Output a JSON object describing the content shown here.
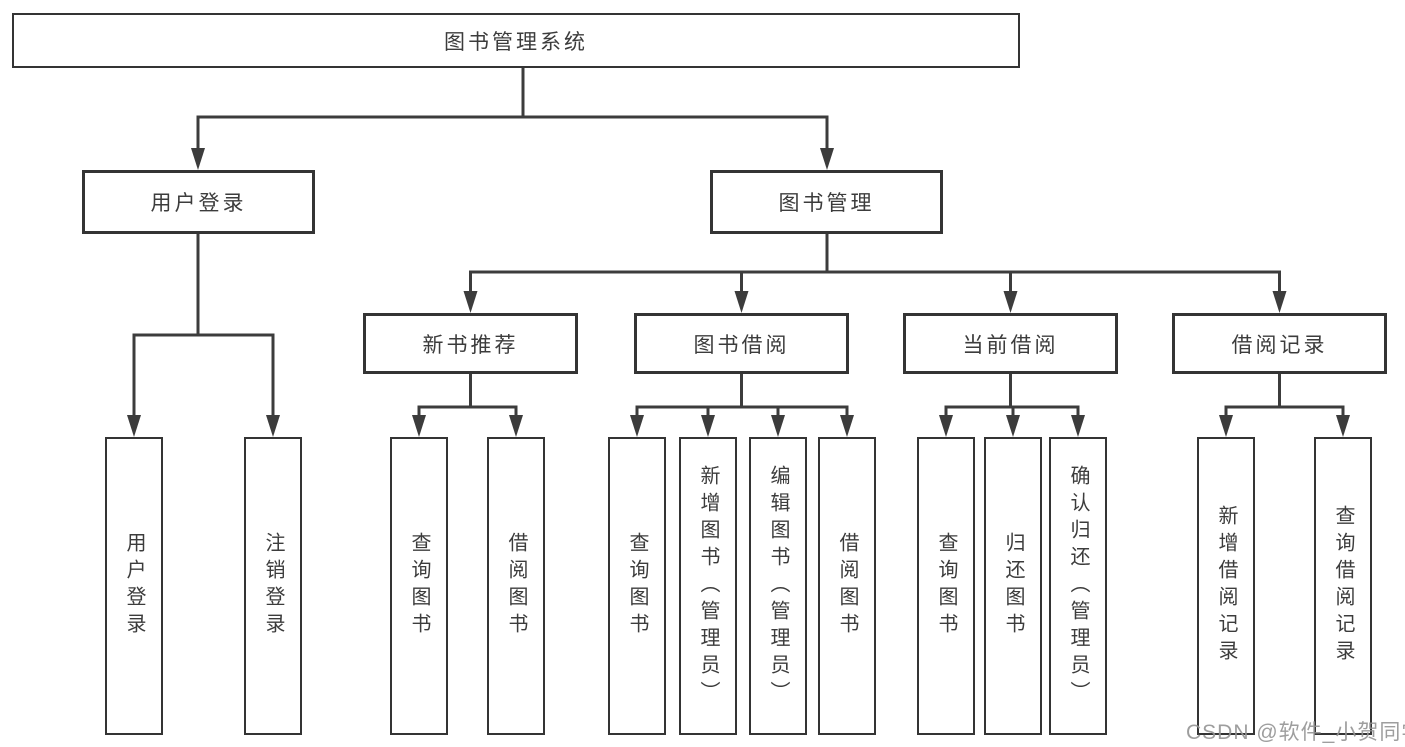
{
  "diagram": {
    "root": {
      "label": "图书管理系统"
    },
    "branches": [
      {
        "label": "用户登录",
        "children": [
          {
            "label": "用户登录"
          },
          {
            "label": "注销登录"
          }
        ]
      },
      {
        "label": "图书管理",
        "children": [
          {
            "label": "新书推荐",
            "children": [
              {
                "label": "查询图书"
              },
              {
                "label": "借阅图书"
              }
            ]
          },
          {
            "label": "图书借阅",
            "children": [
              {
                "label": "查询图书"
              },
              {
                "label": "新增图书（管理员）"
              },
              {
                "label": "编辑图书（管理员）"
              },
              {
                "label": "借阅图书"
              }
            ]
          },
          {
            "label": "当前借阅",
            "children": [
              {
                "label": "查询图书"
              },
              {
                "label": "归还图书"
              },
              {
                "label": "确认归还（管理员）"
              }
            ]
          },
          {
            "label": "借阅记录",
            "children": [
              {
                "label": "新增借阅记录"
              },
              {
                "label": "查询借阅记录"
              }
            ]
          }
        ]
      }
    ]
  },
  "watermark": {
    "text": "CSDN @软件_小贺同学"
  },
  "colors": {
    "line": "#3c3c3c",
    "box_border": "#343434",
    "text": "#3c3c3c",
    "watermark": "#949494",
    "background": "#ffffff"
  }
}
